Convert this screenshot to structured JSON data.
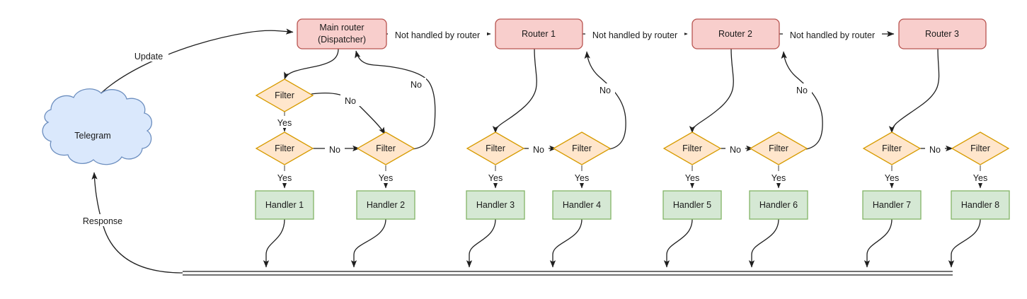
{
  "diagram": {
    "title": "Telegram bot update dispatching flow",
    "colors": {
      "router_fill": "#f8cecc",
      "router_stroke": "#b85450",
      "filter_fill": "#ffe6cc",
      "filter_stroke": "#d79b00",
      "handler_fill": "#d5e8d4",
      "handler_stroke": "#82b366",
      "cloud_fill": "#dae8fc",
      "cloud_stroke": "#6c8ebf",
      "edge": "#1f1f1f",
      "text": "#1a1a1a",
      "background": "#ffffff"
    },
    "nodes": {
      "telegram": "Telegram",
      "main_router_line1": "Main router",
      "main_router_line2": "(Dispatcher)",
      "router1": "Router 1",
      "router2": "Router 2",
      "router3": "Router 3",
      "filter": "Filter",
      "handlers": [
        "Handler 1",
        "Handler 2",
        "Handler 3",
        "Handler 4",
        "Handler 5",
        "Handler 6",
        "Handler 7",
        "Handler 8"
      ]
    },
    "edge_labels": {
      "update": "Update",
      "response": "Response",
      "not_handled": "Not handled by router",
      "yes": "Yes",
      "no": "No"
    }
  }
}
